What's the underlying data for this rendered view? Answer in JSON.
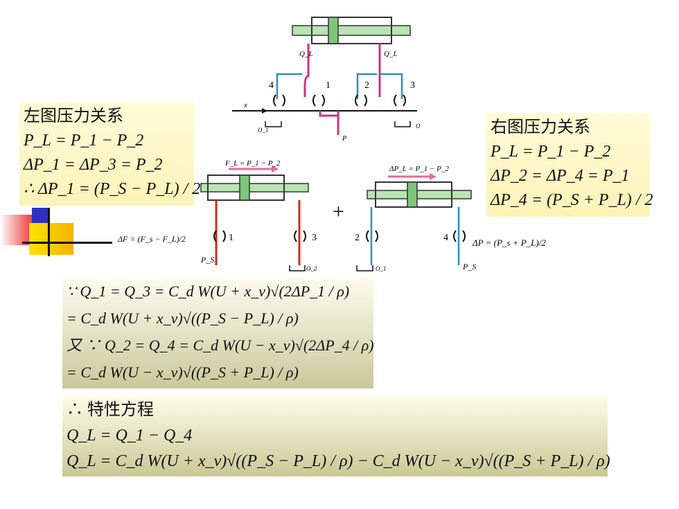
{
  "left_box": {
    "title": "左图压力关系",
    "l1": "P_L = P_1 − P_2",
    "l2": "ΔP_1 = ΔP_3 = P_2",
    "l3": "∴ ΔP_1 = (P_S − P_L) / 2"
  },
  "right_box": {
    "title": "右图压力关系",
    "l1": "P_L = P_1 − P_2",
    "l2": "ΔP_2 = ΔP_4 = P_1",
    "l3": "ΔP_4 = (P_S + P_L) / 2"
  },
  "diagram": {
    "ql_left": "Q_L",
    "ql_right": "Q_L",
    "n4": "4",
    "n1": "1",
    "n2": "2",
    "n3": "3",
    "x_label": "x",
    "o1": "O_1",
    "o": "O",
    "p": "P",
    "f_label": "F_L = P_1 − P_2",
    "dpl_label": "ΔP_L = P_1 − P_2",
    "df_label": "ΔF = (F_s − F_L)/2",
    "n1b": "1",
    "n3b": "3",
    "n2b": "2",
    "n4b": "4",
    "dp_label": "ΔP = (P_s + P_L)/2",
    "ps_left": "P_S",
    "ps_right": "P_S",
    "o2": "O_2",
    "o1b": "O_1",
    "plus": "+"
  },
  "equations": {
    "e1": "∵ Q_1 = Q_3 = C_d W(U + x_v)√(2ΔP_1 / ρ)",
    "e2": "= C_d W(U + x_v)√((P_S − P_L) / ρ)",
    "e3": "又 ∵ Q_2 = Q_4 = C_d W(U − x_v)√(2ΔP_4 / ρ)",
    "e4": "= C_d W(U − x_v)√((P_S + P_L) / ρ)"
  },
  "result": {
    "title": "∴ 特性方程",
    "r1": "Q_L = Q_1 − Q_4",
    "r2": "Q_L = C_d W(U + x_v)√((P_S − P_L) / ρ) − C_d W(U − x_v)√((P_S + P_L) / ρ)"
  },
  "colors": {
    "pink": "#d4307a",
    "blue": "#2b8ec6",
    "red": "#d62a1c",
    "green": "#9fd39a",
    "box_yellow": "#fbf3b8"
  }
}
